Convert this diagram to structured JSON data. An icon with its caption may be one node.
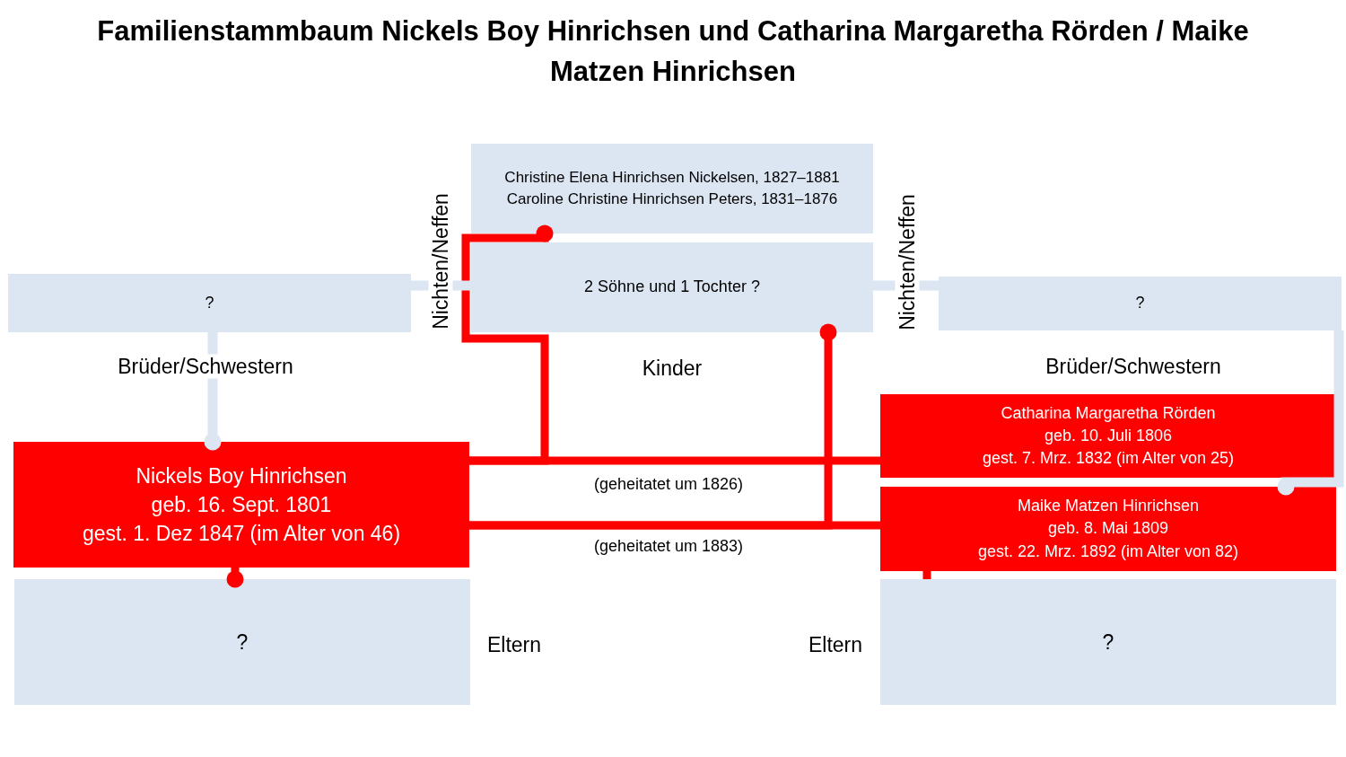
{
  "diagram": {
    "title": "Familienstammbaum Nickels Boy Hinrichsen und Catharina Margaretha Rörden / Maike Matzen Hinrichsen",
    "nodes": [
      {
        "text": [
          "Christine Elena Hinrichsen Nickelsen, 1827–1881",
          "Caroline Christine Hinrichsen Peters, 1831–1876"
        ]
      },
      {
        "text": [
          "2 Söhne und 1 Tochter ?"
        ]
      },
      {
        "text": [
          "?"
        ]
      },
      {
        "text": [
          "?"
        ]
      },
      {
        "text": [
          "Nickels Boy Hinrichsen",
          "geb. 16. Sept. 1801",
          "gest. 1. Dez 1847 (im Alter von 46)"
        ]
      },
      {
        "text": [
          "Catharina Margaretha Rörden",
          "geb. 10. Juli 1806",
          "gest. 7. Mrz. 1832 (im Alter von 25)"
        ]
      },
      {
        "text": [
          "Maike Matzen Hinrichsen",
          "geb. 8. Mai 1809",
          "gest. 22. Mrz. 1892 (im Alter von 82)"
        ]
      },
      {
        "text": [
          "?"
        ]
      },
      {
        "text": [
          "?"
        ]
      }
    ],
    "edges": [
      {
        "from": 4,
        "to": 5,
        "arrow": "none",
        "label": "(geheitatet um 1826)"
      },
      {
        "from": 4,
        "to": 6,
        "arrow": "none",
        "label": "(geheitatet um 1883)"
      },
      {
        "from": 4,
        "to": 0,
        "arrow": "other"
      },
      {
        "from": 4,
        "to": 1,
        "arrow": "other"
      },
      {
        "from": 4,
        "to": 7,
        "arrow": "other"
      },
      {
        "from": 6,
        "to": 8,
        "arrow": "none"
      },
      {
        "from": 2,
        "to": 4,
        "arrow": "other",
        "color": "#dce6f2",
        "label": "Brüder/Schwestern"
      },
      {
        "from": 3,
        "to": 6,
        "arrow": "other",
        "color": "#dce6f2"
      },
      {
        "from": 2,
        "to": 1,
        "arrow": "none",
        "color": "#dce6f2",
        "label": "Nichten/Neffen"
      },
      {
        "from": 1,
        "to": 3,
        "arrow": "none",
        "color": "#dce6f2",
        "label": "Nichten/Neffen"
      }
    ],
    "labels": [
      "Kinder",
      "Brüder/Schwestern",
      "Eltern",
      "Eltern"
    ]
  }
}
